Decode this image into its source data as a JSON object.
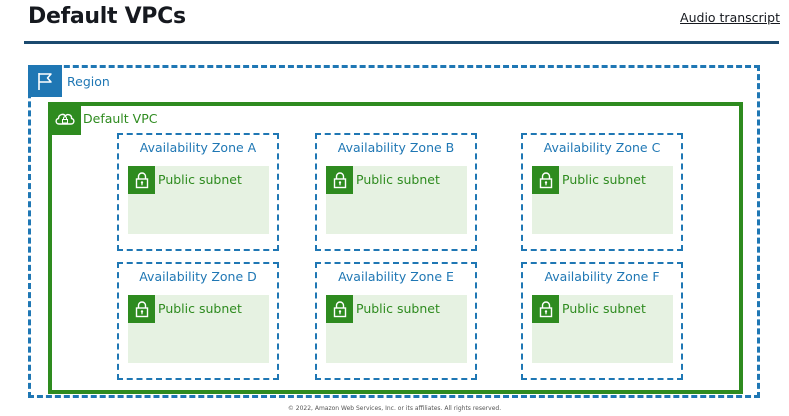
{
  "header": {
    "title": "Default VPCs",
    "audio_link": "Audio transcript"
  },
  "diagram": {
    "region_label": "Region",
    "vpc_label": "Default VPC",
    "zones": [
      {
        "name": "Availability Zone A",
        "subnet": "Public subnet"
      },
      {
        "name": "Availability Zone B",
        "subnet": "Public subnet"
      },
      {
        "name": "Availability Zone C",
        "subnet": "Public subnet"
      },
      {
        "name": "Availability Zone D",
        "subnet": "Public subnet"
      },
      {
        "name": "Availability Zone E",
        "subnet": "Public subnet"
      },
      {
        "name": "Availability Zone F",
        "subnet": "Public subnet"
      }
    ]
  },
  "footer": {
    "copyright": "© 2022, Amazon Web Services, Inc. or its affiliates. All rights reserved."
  },
  "colors": {
    "region_blue": "#1f77b4",
    "vpc_green": "#2e8b1f",
    "subnet_fill": "#e6f2e2",
    "title_rule": "#1b4a6f"
  },
  "icons": {
    "region": "flag-icon",
    "vpc": "cloud-lock-icon",
    "subnet": "lock-icon"
  }
}
